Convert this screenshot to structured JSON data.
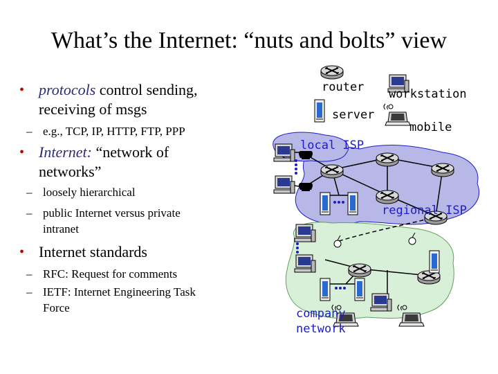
{
  "slide": {
    "title": "What’s the Internet: “nuts and bolts” view"
  },
  "bullets": {
    "b1": {
      "italic": "protocols",
      "rest": " control sending,",
      "line2": "receiving of msgs"
    },
    "b1_sub": "e.g., TCP, IP, HTTP, FTP,  PPP",
    "b2": {
      "italic": "Internet: ",
      "rest": "“network of",
      "line2": "networks”"
    },
    "b2_sub1": "loosely hierarchical",
    "b2_sub2_line1": "public Internet versus private",
    "b2_sub2_line2": "intranet",
    "b3": "Internet standards",
    "b3_sub1": "RFC: Request for comments",
    "b3_sub2_line1": "IETF: Internet Engineering Task",
    "b3_sub2_line2": "Force"
  },
  "legend": {
    "router": "router",
    "server": "server",
    "workstation": "workstation",
    "mobile": "mobile"
  },
  "network_labels": {
    "local_isp": "local ISP",
    "regional_isp": "regional ISP",
    "company_network_line1": "company",
    "company_network_line2": "network"
  },
  "colors": {
    "bullet": "#c00000",
    "italic_text": "#2c2c7a",
    "network_label": "#1c1cc8",
    "isp_fill": "#b8b8e8",
    "company_fill": "#d8f0d8",
    "server_blue": "#2a6ad0"
  }
}
